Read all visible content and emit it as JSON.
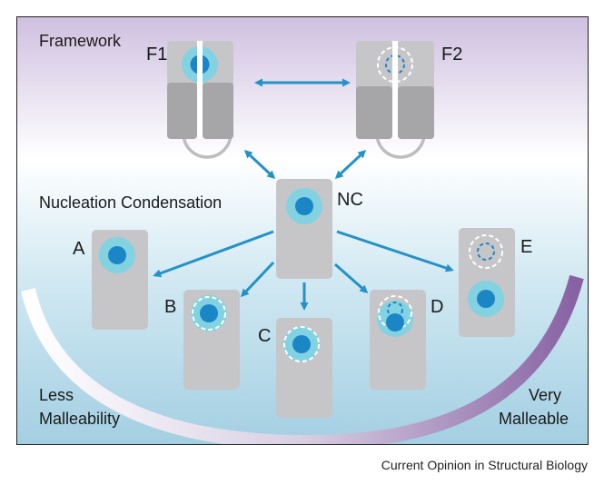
{
  "title": "Framework",
  "labels": {
    "f1": "F1",
    "f2": "F2",
    "nc_title": "Nucleation Condensation",
    "nc": "NC",
    "a": "A",
    "b": "B",
    "c": "C",
    "d": "D",
    "e": "E",
    "less": [
      "Less",
      "Malleability"
    ],
    "very": [
      "Very",
      "Malleable"
    ]
  },
  "footer": "Current Opinion in Structural Biology",
  "colors": {
    "gradient_top": "#cdbedf",
    "gradient_mid": "#ffffff",
    "gradient_bottom": "#a6d1e3",
    "box": "#c8c8ca",
    "box_dark": "#a9a9ab",
    "core": "#1a86c6",
    "halo": "#82d2e2",
    "arrow": "#2491c7",
    "arc_start": "#ffffff",
    "arc_end": "#8b6aa6"
  }
}
